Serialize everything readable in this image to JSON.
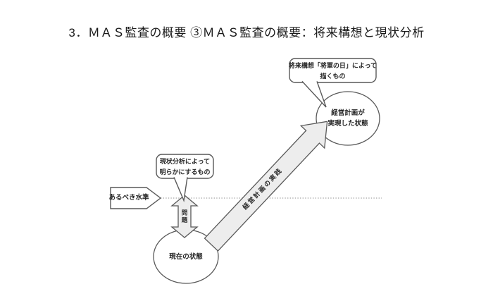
{
  "title": "3．ＭＡＳ監査の概要 ③ＭＡＳ監査の概要：将来構想と現状分析",
  "diagram": {
    "future_callout": {
      "line1": "将来構想「将軍の日」によって",
      "line2": "描くもの"
    },
    "goal_state": {
      "line1": "経営計画が",
      "line2": "実現した状態"
    },
    "analysis_callout": {
      "line1": "現状分析によって",
      "line2": "明らかにするもの"
    },
    "target_level": "あるべき水準",
    "gap": "問題",
    "plan_execution": "経営計画の実践",
    "current_state": "現在の状態"
  },
  "colors": {
    "shape_stroke": "#595959",
    "shape_fill": "#ffffff",
    "arrow_fill": "#ededed",
    "text": "#262626",
    "dotted_line": "#8c8c8c",
    "background": "#ffffff"
  }
}
